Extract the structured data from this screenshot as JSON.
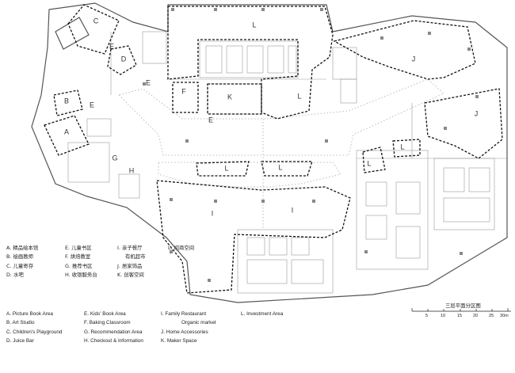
{
  "zones": {
    "A": "A",
    "B": "B",
    "C": "C",
    "D": "D",
    "E": "E",
    "F": "F",
    "G": "G",
    "H": "H",
    "I": "I",
    "J": "J",
    "K": "K",
    "L": "L"
  },
  "legend_cn": {
    "col1": [
      "A. 精品绘本馆",
      "B. 绘画教师",
      "C. 儿童寄存",
      "D. 水吧"
    ],
    "col2": [
      "E. 儿童书区",
      "F. 烘焙教室",
      "G. 推荐书区",
      "H. 收银服务台"
    ],
    "col3": [
      "I. 亲子餐厅",
      "有机超市",
      "J. 居家饰品",
      "K. 创客空间"
    ],
    "col4": [
      "L. 招商空间"
    ]
  },
  "legend_en": {
    "col1": [
      "A. Picture Book Area",
      "B. Art Studio",
      "C. Children's Playground",
      "D. Juice Bar"
    ],
    "col2": [
      "E. Kids' Book Area",
      "F. Baking Classroom",
      "G. Recommendation Area",
      "H. Checkout & Information"
    ],
    "col3": [
      "I. Family Restaurant",
      "Organic market",
      "J. Home Accessories",
      "K. Maker Space"
    ],
    "col4": [
      "L. Investment Area"
    ]
  },
  "scale": {
    "title": "三层平面分区图",
    "ticks": [
      "5",
      "10",
      "15",
      "20",
      "25",
      "30m"
    ]
  }
}
